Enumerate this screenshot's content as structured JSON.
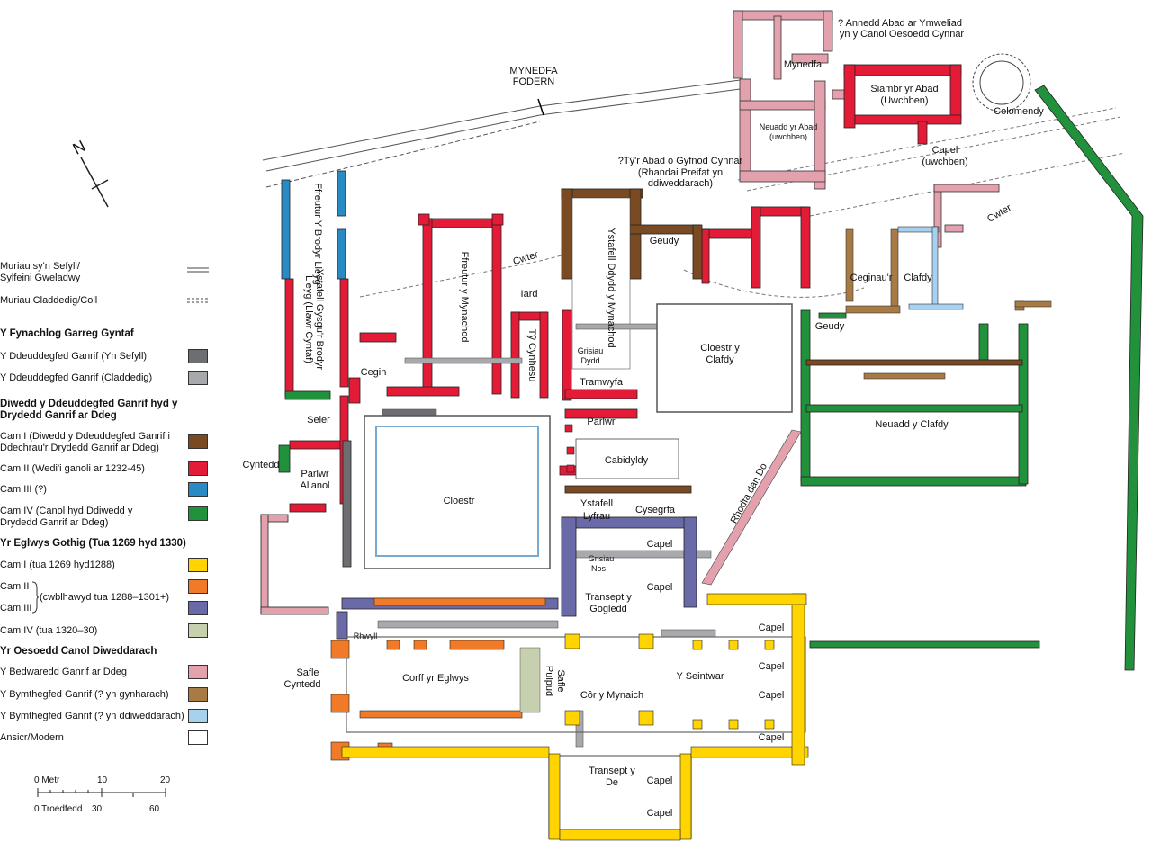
{
  "colors": {
    "stone_standing": "#6d6e71",
    "stone_buried": "#a7a9ac",
    "phase1_brown": "#7a4a22",
    "phase2_red": "#e31b37",
    "phase3_blue": "#2a8ac4",
    "phase4_green": "#21913c",
    "gothic1_yellow": "#ffd400",
    "gothic2_orange": "#f07a28",
    "gothic3_purple": "#6b6aa8",
    "gothic4_sage": "#c6cfae",
    "c14_pink": "#e3a0ad",
    "c15a_tan": "#a87b45",
    "c15b_lightblue": "#a8d0ef",
    "uncertain_white": "#ffffff"
  },
  "north": {
    "label": "N"
  },
  "labels": {
    "mynedfa_fodern": [
      "MYNEDFA",
      "FODERN"
    ],
    "annedd_abad": [
      "? Annedd Abad ar Ymweliad",
      "yn y Canol Oesoedd Cynnar"
    ],
    "mynedfa": "Mynedfa",
    "siambr": [
      "Siambr yr Abad",
      "(Uwchben)"
    ],
    "colomendy": "Colomendy",
    "neuadd_abad": [
      "Neuadd yr Abad",
      "(uwchben)"
    ],
    "capel_uwchben": [
      "Capel",
      "(uwchben)"
    ],
    "tyr_abad": [
      "?Tŷ'r Abad o Gyfnod Cynnar",
      "(Rhandai Preifat yn",
      "ddiweddarach)"
    ],
    "cwter_ne": "Cwter",
    "cwter_mid": "Cwter",
    "ffreutur_brodyr": "Ffreutur Y Brodyr Lleyg",
    "ystafell_gysgu": [
      "Ystafell Gysgu'r Brodyr",
      "Lleyg (Llawr Cyntaf)"
    ],
    "ffreutur_mynach": "Ffreutur y Mynachod",
    "iard": "Iard",
    "ty_cynhesu": "Tŷ Cynhesu",
    "ystafell_ddydd": "Ystafell Ddydd y Mynachod",
    "grisiau_dydd": [
      "Grisiau",
      "Dydd"
    ],
    "geudy_n": "Geudy",
    "ceginaur": "Ceginau'r",
    "clafdy": "Clafdy",
    "cegin": "Cegin",
    "seler": "Seler",
    "tramwyfa": "Tramwyfa",
    "parlwr": "Parlwr",
    "cabidyldy": "Cabidyldy",
    "cloestr_clafdy": [
      "Cloestr y",
      "Clafdy"
    ],
    "geudy_e": "Geudy",
    "neuadd_clafdy": "Neuadd y Clafdy",
    "cyntedd": "Cyntedd",
    "parlwr_allanol": [
      "Parlwr",
      "Allanol"
    ],
    "cloestr": "Cloestr",
    "ystafell_lyfrau": [
      "Ystafell",
      "Lyfrau"
    ],
    "cysegrfa": "Cysegrfa",
    "rhodfa": "Rhodfa dan Do",
    "capel": "Capel",
    "grisiau_nos": [
      "Grisiau",
      "Nos"
    ],
    "transept_gogledd": [
      "Transept y",
      "Gogledd"
    ],
    "rhwyll": "Rhwyll",
    "safle_cyntedd": [
      "Safle",
      "Cyntedd"
    ],
    "corff": "Corff yr Eglwys",
    "safle_pulpud": [
      "Safle",
      "Pulpud"
    ],
    "cor": "Côr y Mynaich",
    "seintwar": "Y Seintwar",
    "transept_de": [
      "Transept y",
      "De"
    ]
  },
  "legend": {
    "line_standing": [
      "Muriau sy'n Sefyll/",
      "Sylfeini Gweladwy"
    ],
    "line_buried": "Muriau Claddedig/Coll",
    "head1": "Y Fynachlog Garreg Gyntaf",
    "s12_standing": "Y Ddeuddegfed Ganrif (Yn Sefyll)",
    "s12_buried": "Y Ddeuddegfed Ganrif (Claddedig)",
    "head2": [
      "Diwedd y Ddeuddegfed Ganrif hyd y",
      "Drydedd Ganrif ar Ddeg"
    ],
    "cam1": [
      "Cam I (Diwedd y Ddeuddegfed Ganrif i",
      "Ddechrau'r Drydedd Ganrif ar Ddeg)"
    ],
    "cam2": "Cam II (Wedi'i ganoli ar 1232-45)",
    "cam3": "Cam III (?)",
    "cam4": [
      "Cam IV (Canol hyd Ddiwedd y",
      "Drydedd Ganrif ar Ddeg)"
    ],
    "head3": "Yr Eglwys Gothig (Tua 1269 hyd 1330)",
    "g1": "Cam I (tua 1269 hyd1288)",
    "g2": "Cam II",
    "g_brace": "(cwblhawyd tua 1288–1301+)",
    "g3": "Cam III",
    "g4": "Cam IV (tua 1320–30)",
    "head4": "Yr Oesoedd Canol Diweddarach",
    "c14": "Y Bedwaredd Ganrif ar Ddeg",
    "c15a": "Y Bymthegfed Ganrif (? yn gynharach)",
    "c15b": "Y Bymthegfed Ganrif (? yn ddiweddarach)",
    "uncertain": "Ansicr/Modern"
  },
  "scale": {
    "metr": "0 Metr",
    "m10": "10",
    "m20": "20",
    "troedfedd": "0 Troedfedd",
    "f30": "30",
    "f60": "60"
  }
}
